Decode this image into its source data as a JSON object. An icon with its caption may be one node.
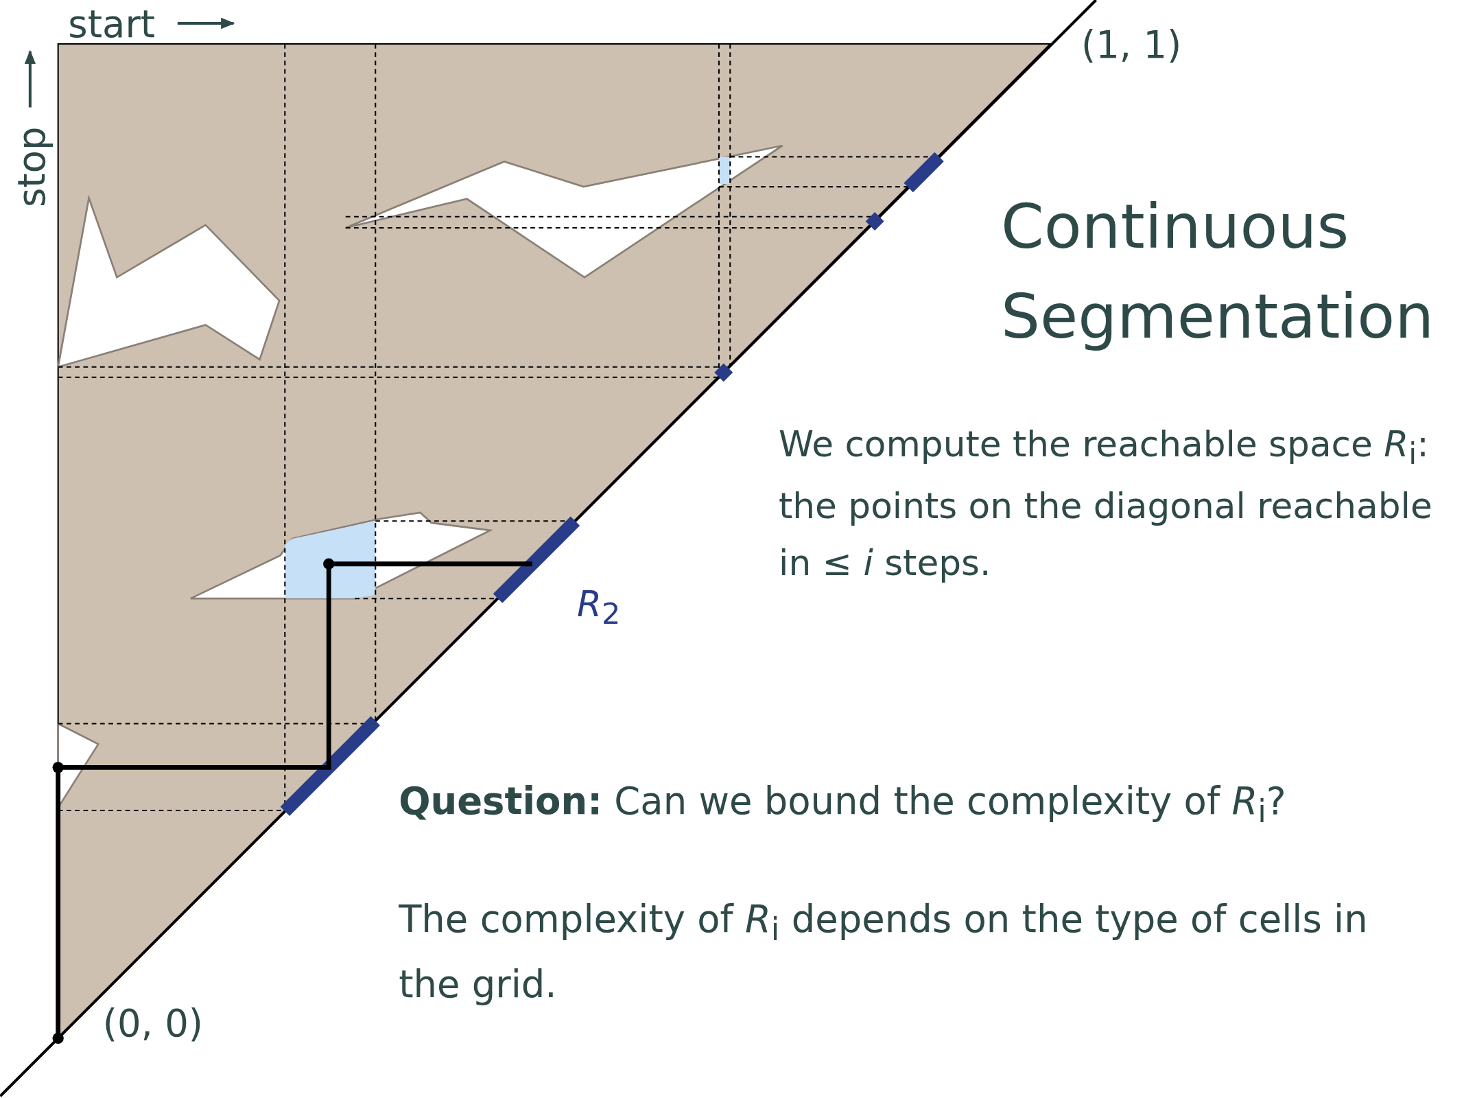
{
  "diagram": {
    "title": "Continuous Segmentation",
    "labels": [
      "start",
      "stop",
      "(1, 1)",
      "We compute the reachable space *R*$_{i}$: the points on the diagonal reachable in ≤ *i* steps.",
      "*R*$_{2}$",
      "**Question:** Can we bound the complexity of *R*$_{i}$?",
      "The complexity of *R*$_{i}$ depends on the type of cells in the grid.",
      "(0, 0)"
    ]
  }
}
